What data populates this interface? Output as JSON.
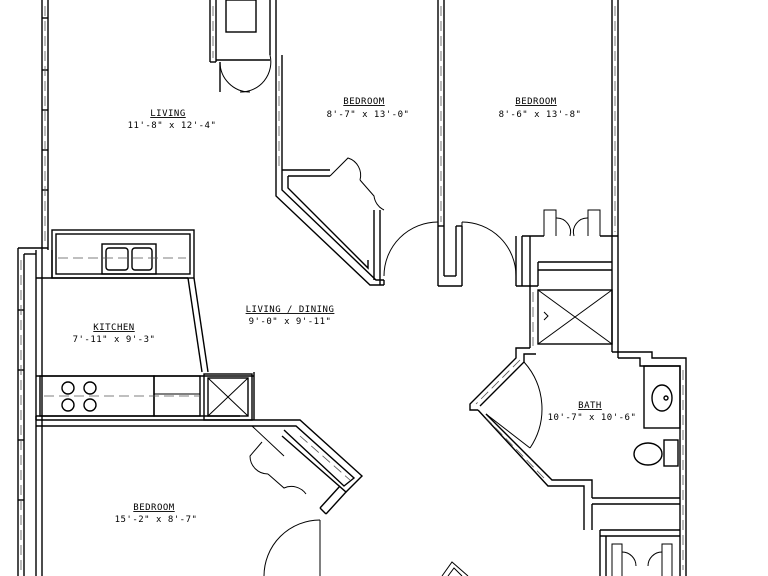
{
  "rooms": {
    "living": {
      "name": "LIVING",
      "dims": "11'-8\" x 12'-4\""
    },
    "bedroom_1": {
      "name": "BEDROOM",
      "dims": "8'-7\" x 13'-0\""
    },
    "bedroom_2": {
      "name": "BEDROOM",
      "dims": "8'-6\" x 13'-8\""
    },
    "kitchen": {
      "name": "KITCHEN",
      "dims": "7'-11\" x 9'-3\""
    },
    "living_dining": {
      "name": "LIVING / DINING",
      "dims": "9'-0\" x 9'-11\""
    },
    "bath": {
      "name": "BATH",
      "dims": "10'-7\" x 10'-6\""
    },
    "bedroom_3": {
      "name": "BEDROOM",
      "dims": "15'-2\" x 8'-7\""
    }
  },
  "colors": {
    "line": "#000000",
    "background": "#ffffff",
    "hidden_line": "#555555"
  }
}
